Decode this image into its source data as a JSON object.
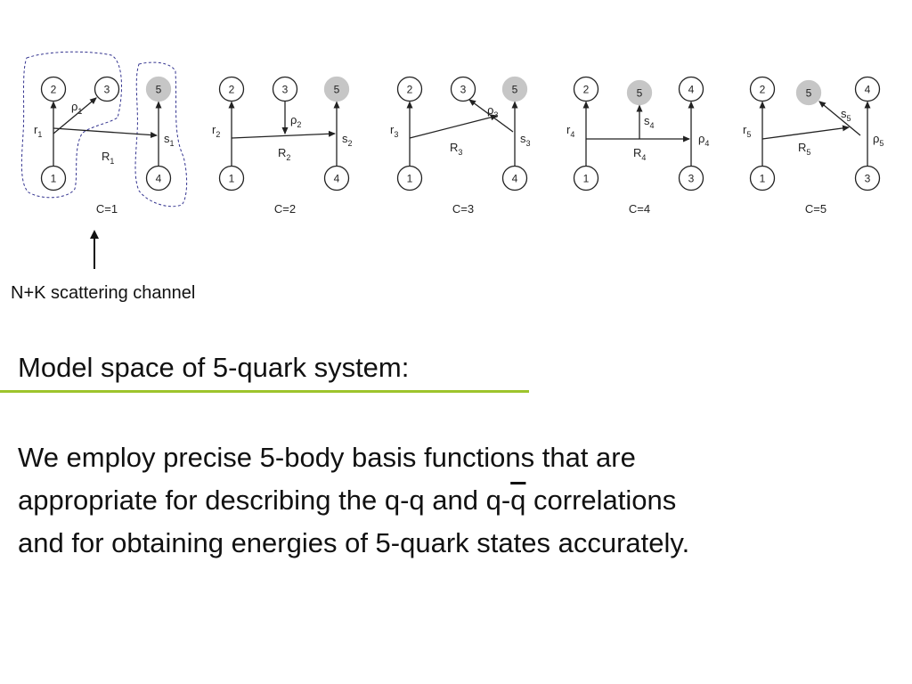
{
  "diagram": {
    "channels": [
      {
        "caption": "C=1",
        "left_label": {
          "main": "r",
          "sub": "1"
        },
        "mid_label": {
          "main": "R",
          "sub": "1"
        },
        "upper_label": {
          "main": "ρ",
          "sub": "1"
        },
        "right_label": {
          "main": "s",
          "sub": "1"
        },
        "nodes": {
          "top_left": "2",
          "top_mid": "3",
          "top_right": "5",
          "bottom_left": "1",
          "bottom_right": "4"
        }
      },
      {
        "caption": "C=2",
        "left_label": {
          "main": "r",
          "sub": "2"
        },
        "mid_label": {
          "main": "R",
          "sub": "2"
        },
        "upper_label": {
          "main": "ρ",
          "sub": "2"
        },
        "right_label": {
          "main": "s",
          "sub": "2"
        },
        "nodes": {
          "top_left": "2",
          "top_mid": "3",
          "top_right": "5",
          "bottom_left": "1",
          "bottom_right": "4"
        }
      },
      {
        "caption": "C=3",
        "left_label": {
          "main": "r",
          "sub": "3"
        },
        "mid_label": {
          "main": "R",
          "sub": "3"
        },
        "upper_label": {
          "main": "ρ",
          "sub": "3"
        },
        "right_label": {
          "main": "s",
          "sub": "3"
        },
        "nodes": {
          "top_left": "2",
          "top_mid": "3",
          "top_right": "5",
          "bottom_left": "1",
          "bottom_right": "4"
        }
      },
      {
        "caption": "C=4",
        "left_label": {
          "main": "r",
          "sub": "4"
        },
        "mid_label": {
          "main": "R",
          "sub": "4"
        },
        "upper_label": {
          "main": "s",
          "sub": "4"
        },
        "right_label": {
          "main": "ρ",
          "sub": "4"
        },
        "nodes": {
          "top_left": "2",
          "top_mid": "5",
          "top_right": "4",
          "bottom_left": "1",
          "bottom_right": "3"
        }
      },
      {
        "caption": "C=5",
        "left_label": {
          "main": "r",
          "sub": "5"
        },
        "mid_label": {
          "main": "R",
          "sub": "5"
        },
        "upper_label": {
          "main": "s",
          "sub": "5"
        },
        "right_label": {
          "main": "ρ",
          "sub": "5"
        },
        "nodes": {
          "top_left": "2",
          "top_mid": "5",
          "top_right": "4",
          "bottom_left": "1",
          "bottom_right": "3"
        }
      }
    ],
    "colors": {
      "gray_node": "#c6c6c6",
      "dashed_outline": "#33338f",
      "accent_rule": "#9dc42c"
    }
  },
  "pointer": {
    "label": "N+K scattering channel"
  },
  "section": {
    "title": "Model space of 5-quark system:",
    "body_line1": "We employ precise 5-body basis functions that are",
    "body_line2_a": "appropriate  for describing the q-q and q-",
    "body_line2_qbar": "q",
    "body_line2_b": " correlations",
    "body_line3": "and for obtaining  energies of 5-quark states accurately."
  }
}
